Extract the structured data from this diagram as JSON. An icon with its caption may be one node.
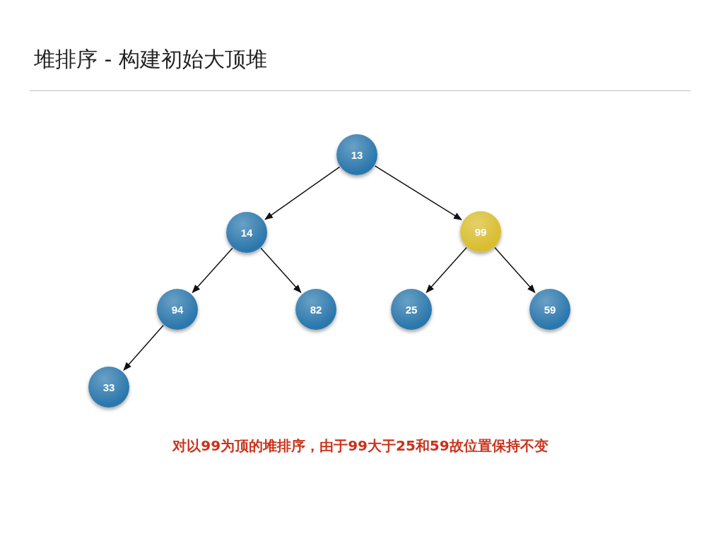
{
  "diagram": {
    "title": "堆排序 - 构建初始大顶堆",
    "nodes": [
      {
        "text": [
          "13"
        ]
      },
      {
        "text": [
          "14"
        ]
      },
      {
        "text": [
          "99"
        ]
      },
      {
        "text": [
          "94"
        ]
      },
      {
        "text": [
          "82"
        ]
      },
      {
        "text": [
          "25"
        ]
      },
      {
        "text": [
          "59"
        ]
      },
      {
        "text": [
          "33"
        ]
      }
    ],
    "edges": [
      {
        "from": 0,
        "to": 1,
        "arrow": "to"
      },
      {
        "from": 0,
        "to": 2,
        "arrow": "to"
      },
      {
        "from": 1,
        "to": 3,
        "arrow": "to"
      },
      {
        "from": 1,
        "to": 4,
        "arrow": "to"
      },
      {
        "from": 2,
        "to": 5,
        "arrow": "to"
      },
      {
        "from": 2,
        "to": 6,
        "arrow": "to"
      },
      {
        "from": 3,
        "to": 7,
        "arrow": "to"
      }
    ],
    "labels": [
      "对以99为顶的堆排序，由于99大于25和59故位置保持不变"
    ]
  }
}
